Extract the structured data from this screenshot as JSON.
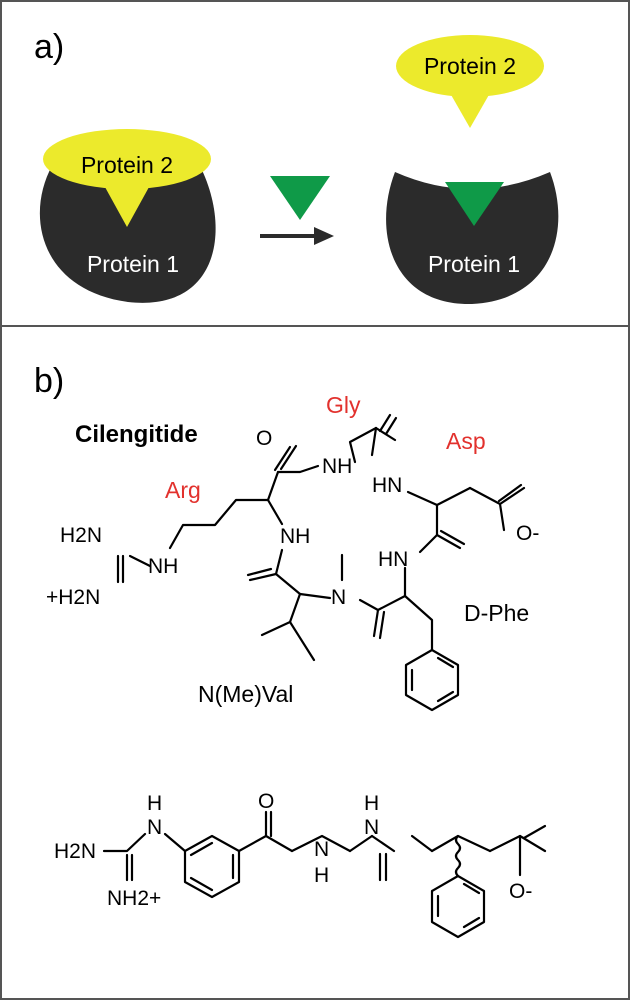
{
  "colors": {
    "protein1": "#2b2b2b",
    "protein2": "#ecea2c",
    "inhibitor": "#0f9a48",
    "residue_label": "#e2312d",
    "frame": "#555555"
  },
  "panel_a": {
    "label": "a)",
    "left": {
      "protein1_label": "Protein 1",
      "protein2_label": "Protein 2"
    },
    "right": {
      "protein1_label": "Protein 1",
      "protein2_label": "Protein 2"
    }
  },
  "panel_b": {
    "label": "b)",
    "compound_name": "Cilengitide",
    "residues": {
      "gly": "Gly",
      "asp": "Asp",
      "arg": "Arg",
      "dphe": "D-Phe",
      "nmeval": "N(Me)Val"
    },
    "atoms1": {
      "nh_top": "NH",
      "hn_right": "HN",
      "nh_mid": "NH",
      "hn_mid": "HN",
      "n_me": "N",
      "h2n": "H2N",
      "nh_guan": "NH",
      "h2n_plus": "+H2N",
      "o": "O",
      "o_minus": "O-"
    },
    "atoms2": {
      "h2n": "H2N",
      "nh2_plus": "NH2+",
      "h_top": "H",
      "n_top": "N",
      "h_bottom": "H",
      "n_bottom": "N",
      "nh_top": "H",
      "n_mid": "N",
      "o": "O",
      "o_minus": "O-"
    }
  }
}
